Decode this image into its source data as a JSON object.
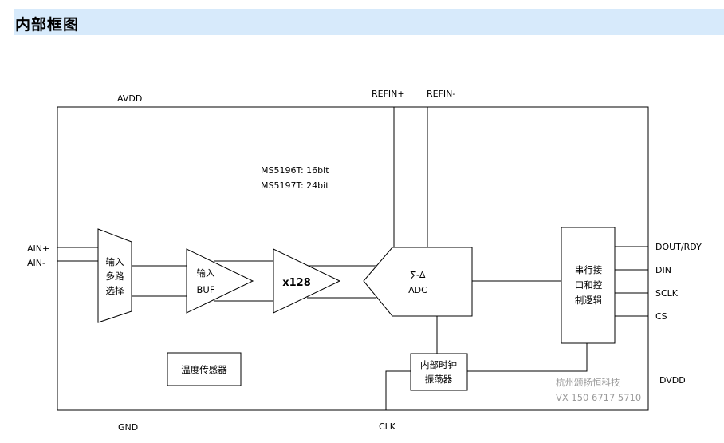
{
  "header": {
    "title": "内部框图"
  },
  "pins": {
    "avdd": "AVDD",
    "refin_pos": "REFIN+",
    "refin_neg": "REFIN-",
    "ain_pos": "AIN+",
    "ain_neg": "AIN-",
    "gnd": "GND",
    "clk": "CLK",
    "dout": "DOUT/RDY",
    "din": "DIN",
    "sclk": "SCLK",
    "cs": "CS",
    "dvdd": "DVDD"
  },
  "notes": {
    "line1": "MS5196T: 16bit",
    "line2": "MS5197T: 24bit"
  },
  "blocks": {
    "mux": [
      "输入",
      "多路",
      "选择"
    ],
    "buf": [
      "输入",
      "BUF"
    ],
    "gain": "x128",
    "adc": [
      "∑-∆",
      "ADC"
    ],
    "serial": [
      "串行接",
      "口和控",
      "制逻辑"
    ],
    "clock": [
      "内部时钟",
      "振荡器"
    ],
    "temp": "温度传感器"
  },
  "watermark": {
    "line1": "杭州颂扬恒科技",
    "line2": "VX 150 6717 5710"
  }
}
